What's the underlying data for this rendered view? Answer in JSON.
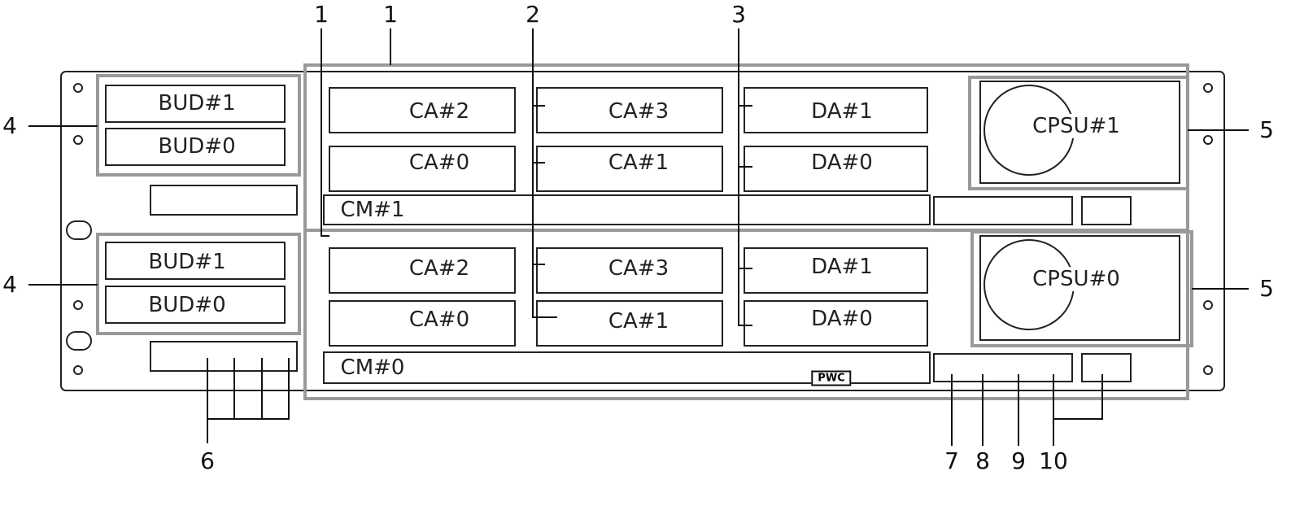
{
  "callouts": {
    "c1a": "1",
    "c1b": "1",
    "c2": "2",
    "c3": "3",
    "c4a": "4",
    "c4b": "4",
    "c5a": "5",
    "c5b": "5",
    "c6": "6",
    "c7": "7",
    "c8": "8",
    "c9": "9",
    "c10": "10"
  },
  "upper": {
    "bud1": "BUD#1",
    "bud0": "BUD#0",
    "ca2": "CA#2",
    "ca3": "CA#3",
    "ca0": "CA#0",
    "ca1": "CA#1",
    "da1": "DA#1",
    "da0": "DA#0",
    "cm": "CM#1",
    "psu": "CPSU#1"
  },
  "lower": {
    "bud1": "BUD#1",
    "bud0": "BUD#0",
    "ca2": "CA#2",
    "ca3": "CA#3",
    "ca0": "CA#0",
    "ca1": "CA#1",
    "da1": "DA#1",
    "da0": "DA#0",
    "cm": "CM#0",
    "psu": "CPSU#0",
    "pwc": "PWC"
  },
  "colors": {
    "highlight": "#999999",
    "line": "#111111"
  }
}
